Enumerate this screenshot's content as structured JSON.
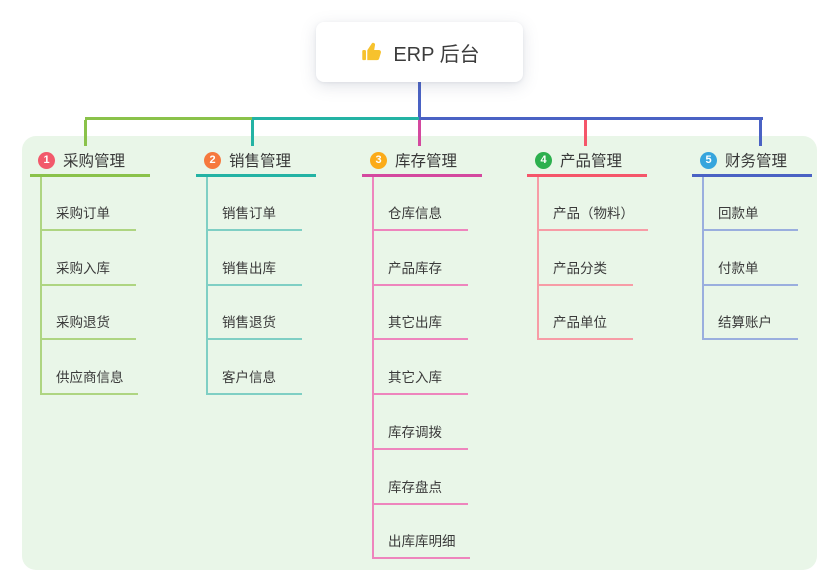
{
  "root": {
    "label": "ERP 后台",
    "icon": "thumbs-up-icon",
    "icon_color": "#f7c22d"
  },
  "branches": [
    {
      "number": "1",
      "label": "采购管理",
      "badge_color": "#f2596b",
      "line_color": "#8ac24a",
      "child_line_color": "#aed581",
      "children": [
        "采购订单",
        "采购入库",
        "采购退货",
        "供应商信息"
      ]
    },
    {
      "number": "2",
      "label": "销售管理",
      "badge_color": "#f6793d",
      "line_color": "#23b3a4",
      "child_line_color": "#7fcfc4",
      "children": [
        "销售订单",
        "销售出库",
        "销售退货",
        "客户信息"
      ]
    },
    {
      "number": "3",
      "label": "库存管理",
      "badge_color": "#fbab19",
      "line_color": "#d4499f",
      "child_line_color": "#ee85bd",
      "children": [
        "仓库信息",
        "产品库存",
        "其它出库",
        "其它入库",
        "库存调拨",
        "库存盘点",
        "出库库明细"
      ]
    },
    {
      "number": "4",
      "label": "产品管理",
      "badge_color": "#2db04e",
      "line_color": "#f5566a",
      "child_line_color": "#f79ca6",
      "children": [
        "产品（物料）",
        "产品分类",
        "产品单位"
      ]
    },
    {
      "number": "5",
      "label": "财务管理",
      "badge_color": "#36a5dd",
      "line_color": "#4a62c4",
      "child_line_color": "#9aaede",
      "children": [
        "回款单",
        "付款单",
        "结算账户"
      ]
    }
  ],
  "colors": {
    "root_link": "#4a62c4",
    "panel_bg": "#e9f6e8",
    "text": "#3a3a3a"
  }
}
